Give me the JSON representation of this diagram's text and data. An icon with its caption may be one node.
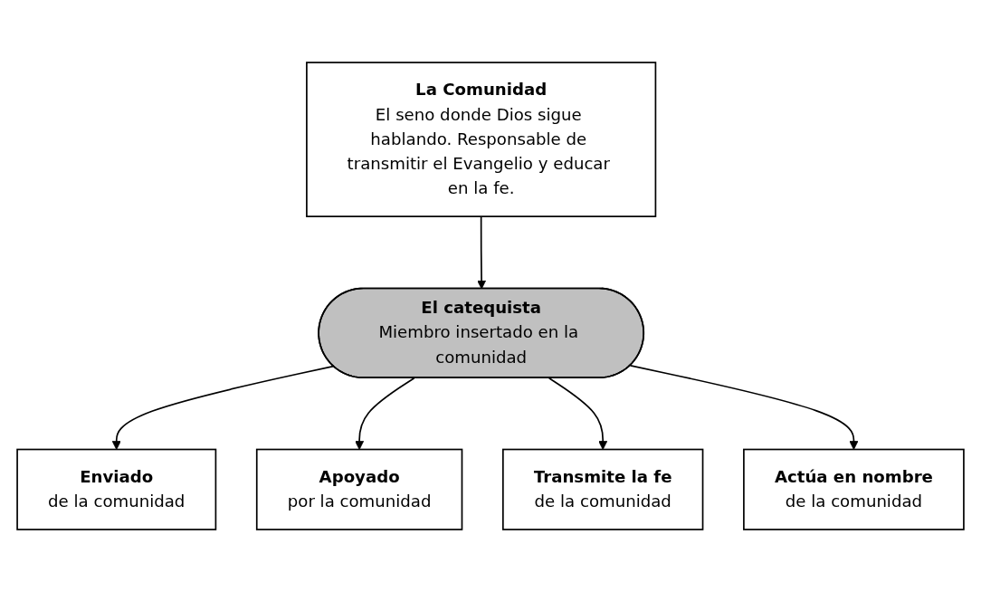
{
  "diagram": {
    "nodes": [
      {
        "text": [
          "La Comunidad",
          "El seno donde Dios sigue hablando. Responsable de transmitir el Evangelio y educar en la fe."
        ]
      },
      {
        "text": [
          "El catequista",
          "Miembro insertado en la comunidad"
        ]
      },
      {
        "text": [
          "Enviado",
          "de la comunidad"
        ]
      },
      {
        "text": [
          "Apoyado",
          "por la comunidad"
        ]
      },
      {
        "text": [
          "Transmite la fe",
          "de la comunidad"
        ]
      },
      {
        "text": [
          "Actúa en nombre",
          "de la comunidad"
        ]
      }
    ],
    "edges": [
      {
        "from": 0,
        "to": 1,
        "arrow": "to"
      },
      {
        "from": 1,
        "to": 2,
        "arrow": "to"
      },
      {
        "from": 1,
        "to": 3,
        "arrow": "to"
      },
      {
        "from": 1,
        "to": 4,
        "arrow": "to"
      },
      {
        "from": 1,
        "to": 5,
        "arrow": "to"
      }
    ]
  }
}
